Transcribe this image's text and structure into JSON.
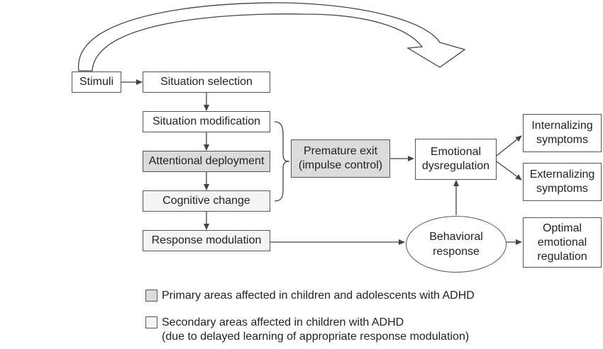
{
  "nodes": {
    "stimuli": "Stimuli",
    "situation_selection": "Situation selection",
    "situation_modification": "Situation modification",
    "attentional_deployment": "Attentional deployment",
    "cognitive_change": "Cognitive change",
    "response_modulation": "Response modulation",
    "premature_exit": "Premature exit\n(impulse control)",
    "emotional_dysregulation": "Emotional\ndysregulation",
    "behavioral_response": "Behavioral\nresponse",
    "internalizing": "Internalizing\nsymptoms",
    "externalizing": "Externalizing\nsymptoms",
    "optimal": "Optimal\nemotional\nregulation"
  },
  "legend": {
    "primary": "Primary areas affected in children and adolescents with ADHD",
    "secondary": "Secondary areas affected in children with ADHD\n(due to delayed learning of appropriate response modulation)"
  },
  "colors": {
    "primary_fill": "#d9dcdb",
    "secondary_fill": "#f4f4f4",
    "line": "#444444"
  }
}
